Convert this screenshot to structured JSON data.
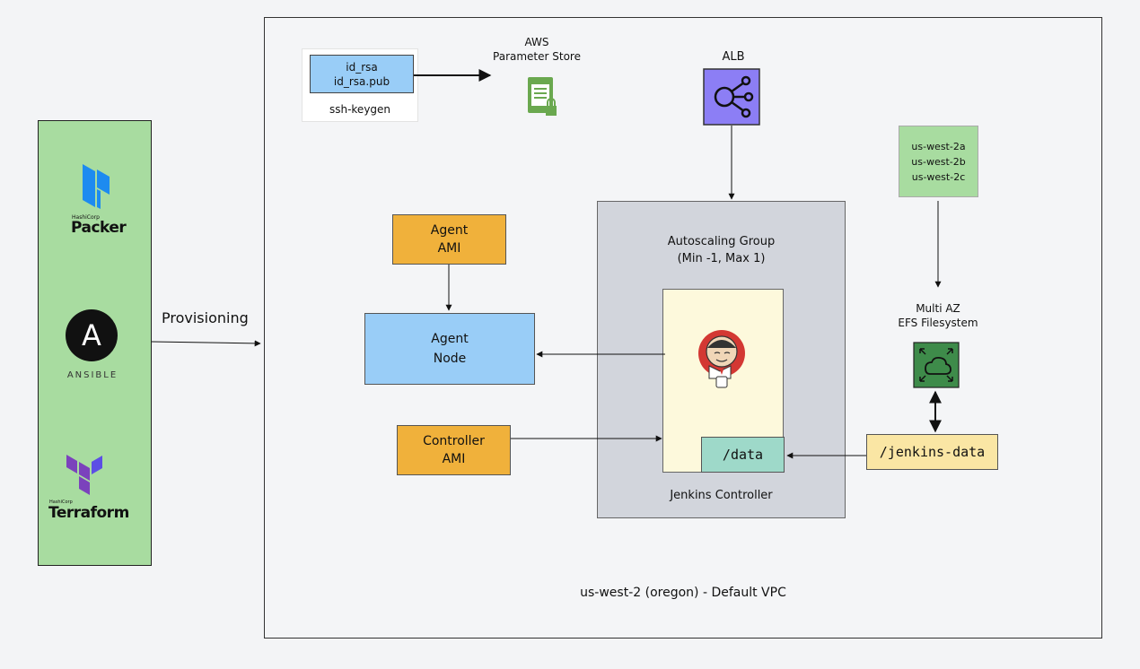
{
  "tools": {
    "packer": {
      "brand": "HashiCorp",
      "name": "Packer"
    },
    "ansible": {
      "name": "ANSIBLE",
      "glyph": "A"
    },
    "terraform": {
      "brand": "HashiCorp",
      "name": "Terraform"
    }
  },
  "provisioning_label": "Provisioning",
  "vpc_label": "us-west-2 (oregon) - Default VPC",
  "keys": {
    "line1": "id_rsa",
    "line2": "id_rsa.pub",
    "label": "ssh-keygen"
  },
  "parameter_store": {
    "line1": "AWS",
    "line2": "Parameter Store"
  },
  "alb": {
    "label": "ALB"
  },
  "agent_ami": {
    "line1": "Agent",
    "line2": "AMI"
  },
  "agent_node": {
    "line1": "Agent",
    "line2": "Node"
  },
  "controller_ami": {
    "line1": "Controller",
    "line2": "AMI"
  },
  "asg": {
    "line1": "Autoscaling Group",
    "line2": "(Min -1, Max 1)"
  },
  "jenkins_controller_label": "Jenkins Controller",
  "data_mount": "/data",
  "jenkins_data": "/jenkins-data",
  "zones": [
    "us-west-2a",
    "us-west-2b",
    "us-west-2c"
  ],
  "efs": {
    "line1": "Multi AZ",
    "line2": "EFS Filesystem"
  },
  "colors": {
    "tools_panel": "#a8dca0",
    "alb": "#8c7ef5",
    "efs": "#3e8b4a",
    "ami": "#f0b13b",
    "agent_node": "#99cdf7",
    "asg": "#d2d5dc",
    "data_mount": "#9ed9c9",
    "jenkins_data": "#fae6a4",
    "packer": "#1d8bf0",
    "terraform": "#7b42bc"
  }
}
